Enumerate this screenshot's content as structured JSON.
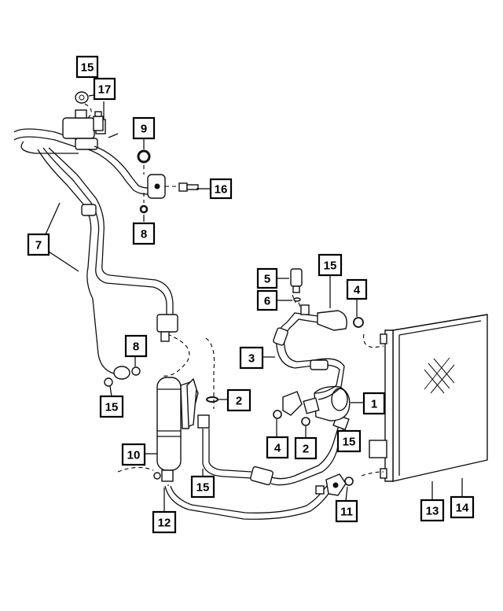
{
  "diagram": {
    "callouts": [
      {
        "id": "c15a",
        "label": "15"
      },
      {
        "id": "c17",
        "label": "17"
      },
      {
        "id": "c9",
        "label": "9"
      },
      {
        "id": "c16",
        "label": "16"
      },
      {
        "id": "c8a",
        "label": "8"
      },
      {
        "id": "c7",
        "label": "7"
      },
      {
        "id": "c5",
        "label": "5"
      },
      {
        "id": "c6",
        "label": "6"
      },
      {
        "id": "c15b",
        "label": "15"
      },
      {
        "id": "c4a",
        "label": "4"
      },
      {
        "id": "c3",
        "label": "3"
      },
      {
        "id": "c8b",
        "label": "8"
      },
      {
        "id": "c15c",
        "label": "15"
      },
      {
        "id": "c2a",
        "label": "2"
      },
      {
        "id": "c1",
        "label": "1"
      },
      {
        "id": "c10",
        "label": "10"
      },
      {
        "id": "c4b",
        "label": "4"
      },
      {
        "id": "c2b",
        "label": "2"
      },
      {
        "id": "c15d",
        "label": "15"
      },
      {
        "id": "c15e",
        "label": "15"
      },
      {
        "id": "c12",
        "label": "12"
      },
      {
        "id": "c11",
        "label": "11"
      },
      {
        "id": "c13",
        "label": "13"
      },
      {
        "id": "c14",
        "label": "14"
      }
    ]
  }
}
